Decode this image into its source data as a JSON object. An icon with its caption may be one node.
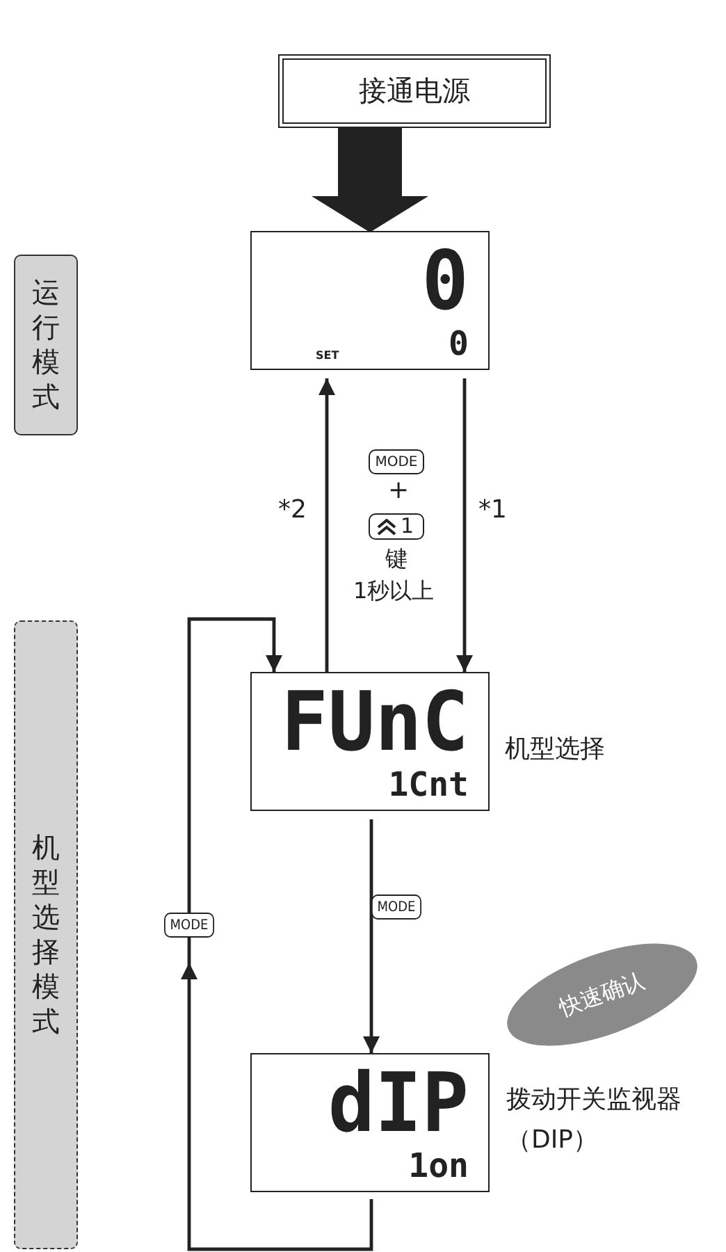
{
  "diagram": {
    "nodes": [
      {
        "text": [
          "接通电源"
        ]
      },
      {
        "text": [
          "0",
          "0",
          "SET"
        ]
      },
      {
        "text": [
          "FUnC",
          "1Cnt"
        ],
        "beside": [
          "机型选择"
        ]
      },
      {
        "text": [
          "dIP",
          "1on"
        ],
        "beside": [
          "拨动开关监视器（DIP）"
        ]
      },
      {
        "text": [
          "运行模式"
        ]
      },
      {
        "text": [
          "机型选择模式"
        ]
      },
      {
        "text": [
          "快速确认"
        ]
      }
    ],
    "edges": [
      {
        "from": 0,
        "to": 1,
        "arrow": "to",
        "style": "thick"
      },
      {
        "from": 1,
        "to": 2,
        "arrow": "to",
        "label": "*1"
      },
      {
        "from": 2,
        "to": 1,
        "arrow": "to",
        "label": "*2"
      },
      {
        "from": 2,
        "to": 3,
        "arrow": "to",
        "label": "MODE"
      },
      {
        "from": 3,
        "to": 2,
        "arrow": "to",
        "label": "MODE"
      }
    ],
    "labels": [
      "MODE",
      "+",
      "1",
      "键",
      "1秒以上"
    ]
  }
}
